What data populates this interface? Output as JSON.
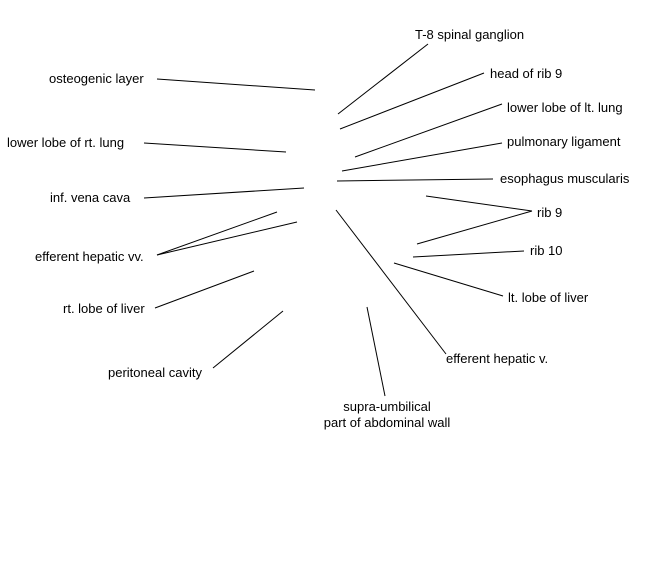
{
  "labels": {
    "t8_spinal_ganglion": "T-8 spinal ganglion",
    "osteogenic_layer": "osteogenic layer",
    "head_of_rib_9": "head of rib 9",
    "lower_lobe_lt_lung": "lower lobe of lt. lung",
    "lower_lobe_rt_lung": "lower lobe of rt. lung",
    "pulmonary_ligament": "pulmonary ligament",
    "inf_vena_cava": "inf. vena cava",
    "esophagus_muscularis": "esophagus muscularis",
    "rib_9": "rib 9",
    "efferent_hepatic_vv": "efferent hepatic vv.",
    "rib_10": "rib 10",
    "rt_lobe_of_liver": "rt. lobe of liver",
    "lt_lobe_of_liver": "lt. lobe of liver",
    "efferent_hepatic_v": "efferent hepatic v.",
    "peritoneal_cavity": "peritoneal cavity",
    "supra_umbilical_line1": "supra-umbilical",
    "supra_umbilical_line2": "part of abdominal wall"
  },
  "colors": {
    "line": "#000000",
    "text": "#000000",
    "background": "#ffffff"
  }
}
